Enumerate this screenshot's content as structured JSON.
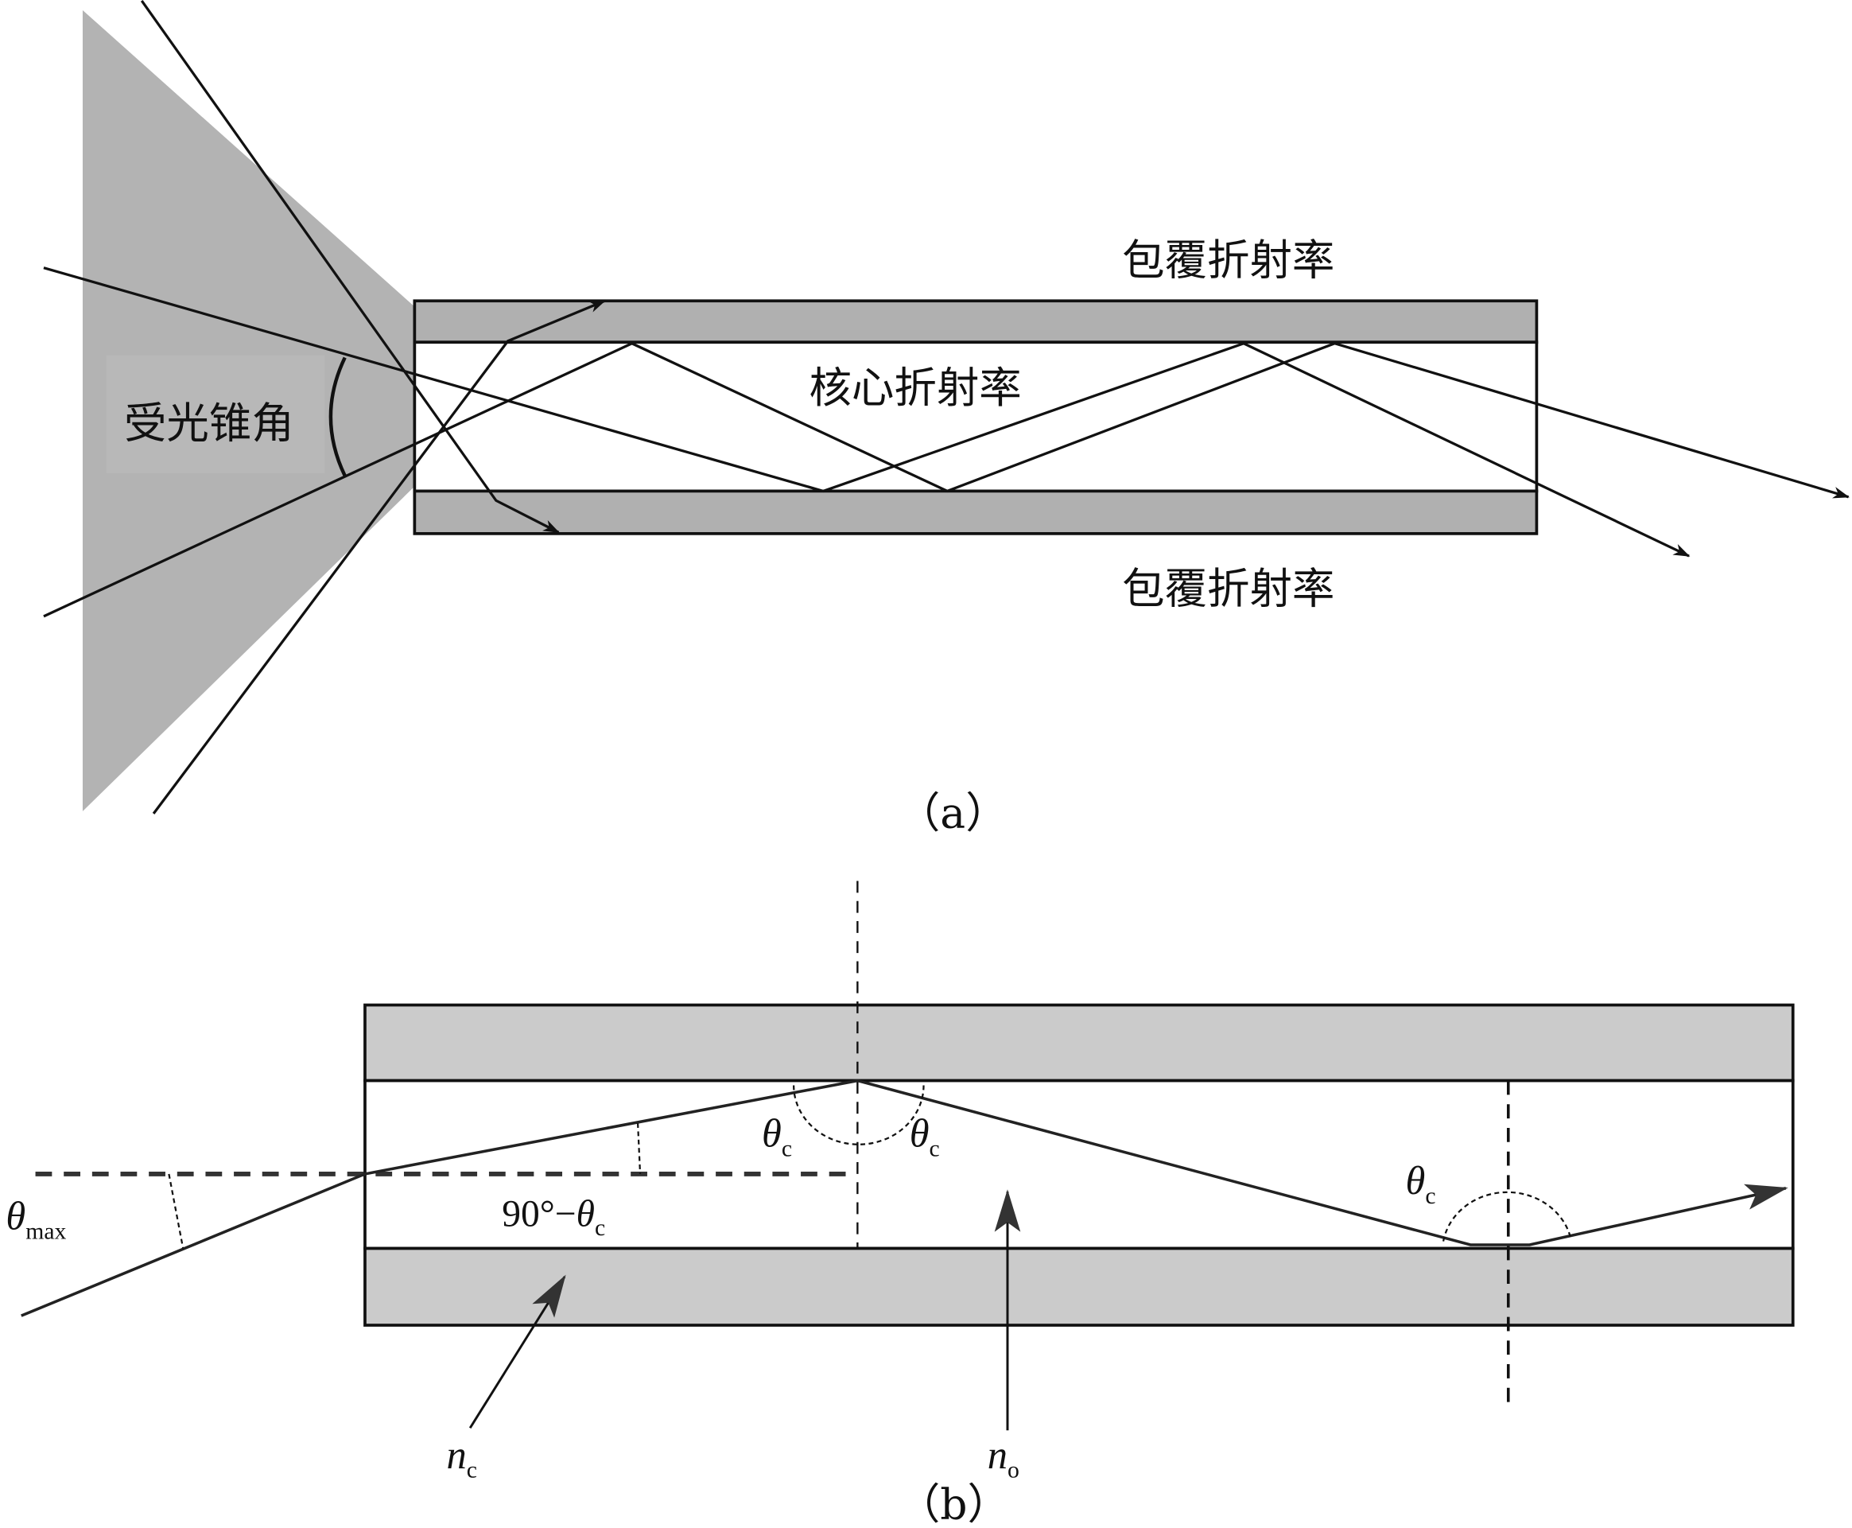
{
  "figure_a": {
    "caption": "（a）",
    "acceptance_cone_label": "受光锥角",
    "core_label": "核心折射率",
    "cladding_top_label": "包覆折射率",
    "cladding_bottom_label": "包覆折射率"
  },
  "figure_b": {
    "caption": "（b）",
    "theta_max": {
      "base": "θ",
      "sub": "max"
    },
    "theta_c_left": {
      "base": "θ",
      "sub": "c"
    },
    "theta_c_right": {
      "base": "θ",
      "sub": "c"
    },
    "theta_c_far": {
      "base": "θ",
      "sub": "c"
    },
    "complement_angle": {
      "prefix": "90°−",
      "base": "θ",
      "sub": "c"
    },
    "n_cladding": {
      "base": "n",
      "sub": "c"
    },
    "n_core": {
      "base": "n",
      "sub": "o"
    }
  },
  "colors": {
    "cone": "#b3b3b3",
    "cladding_a": "#b0b0b0",
    "cladding_b": "#cbcbcb",
    "line": "#111111"
  }
}
